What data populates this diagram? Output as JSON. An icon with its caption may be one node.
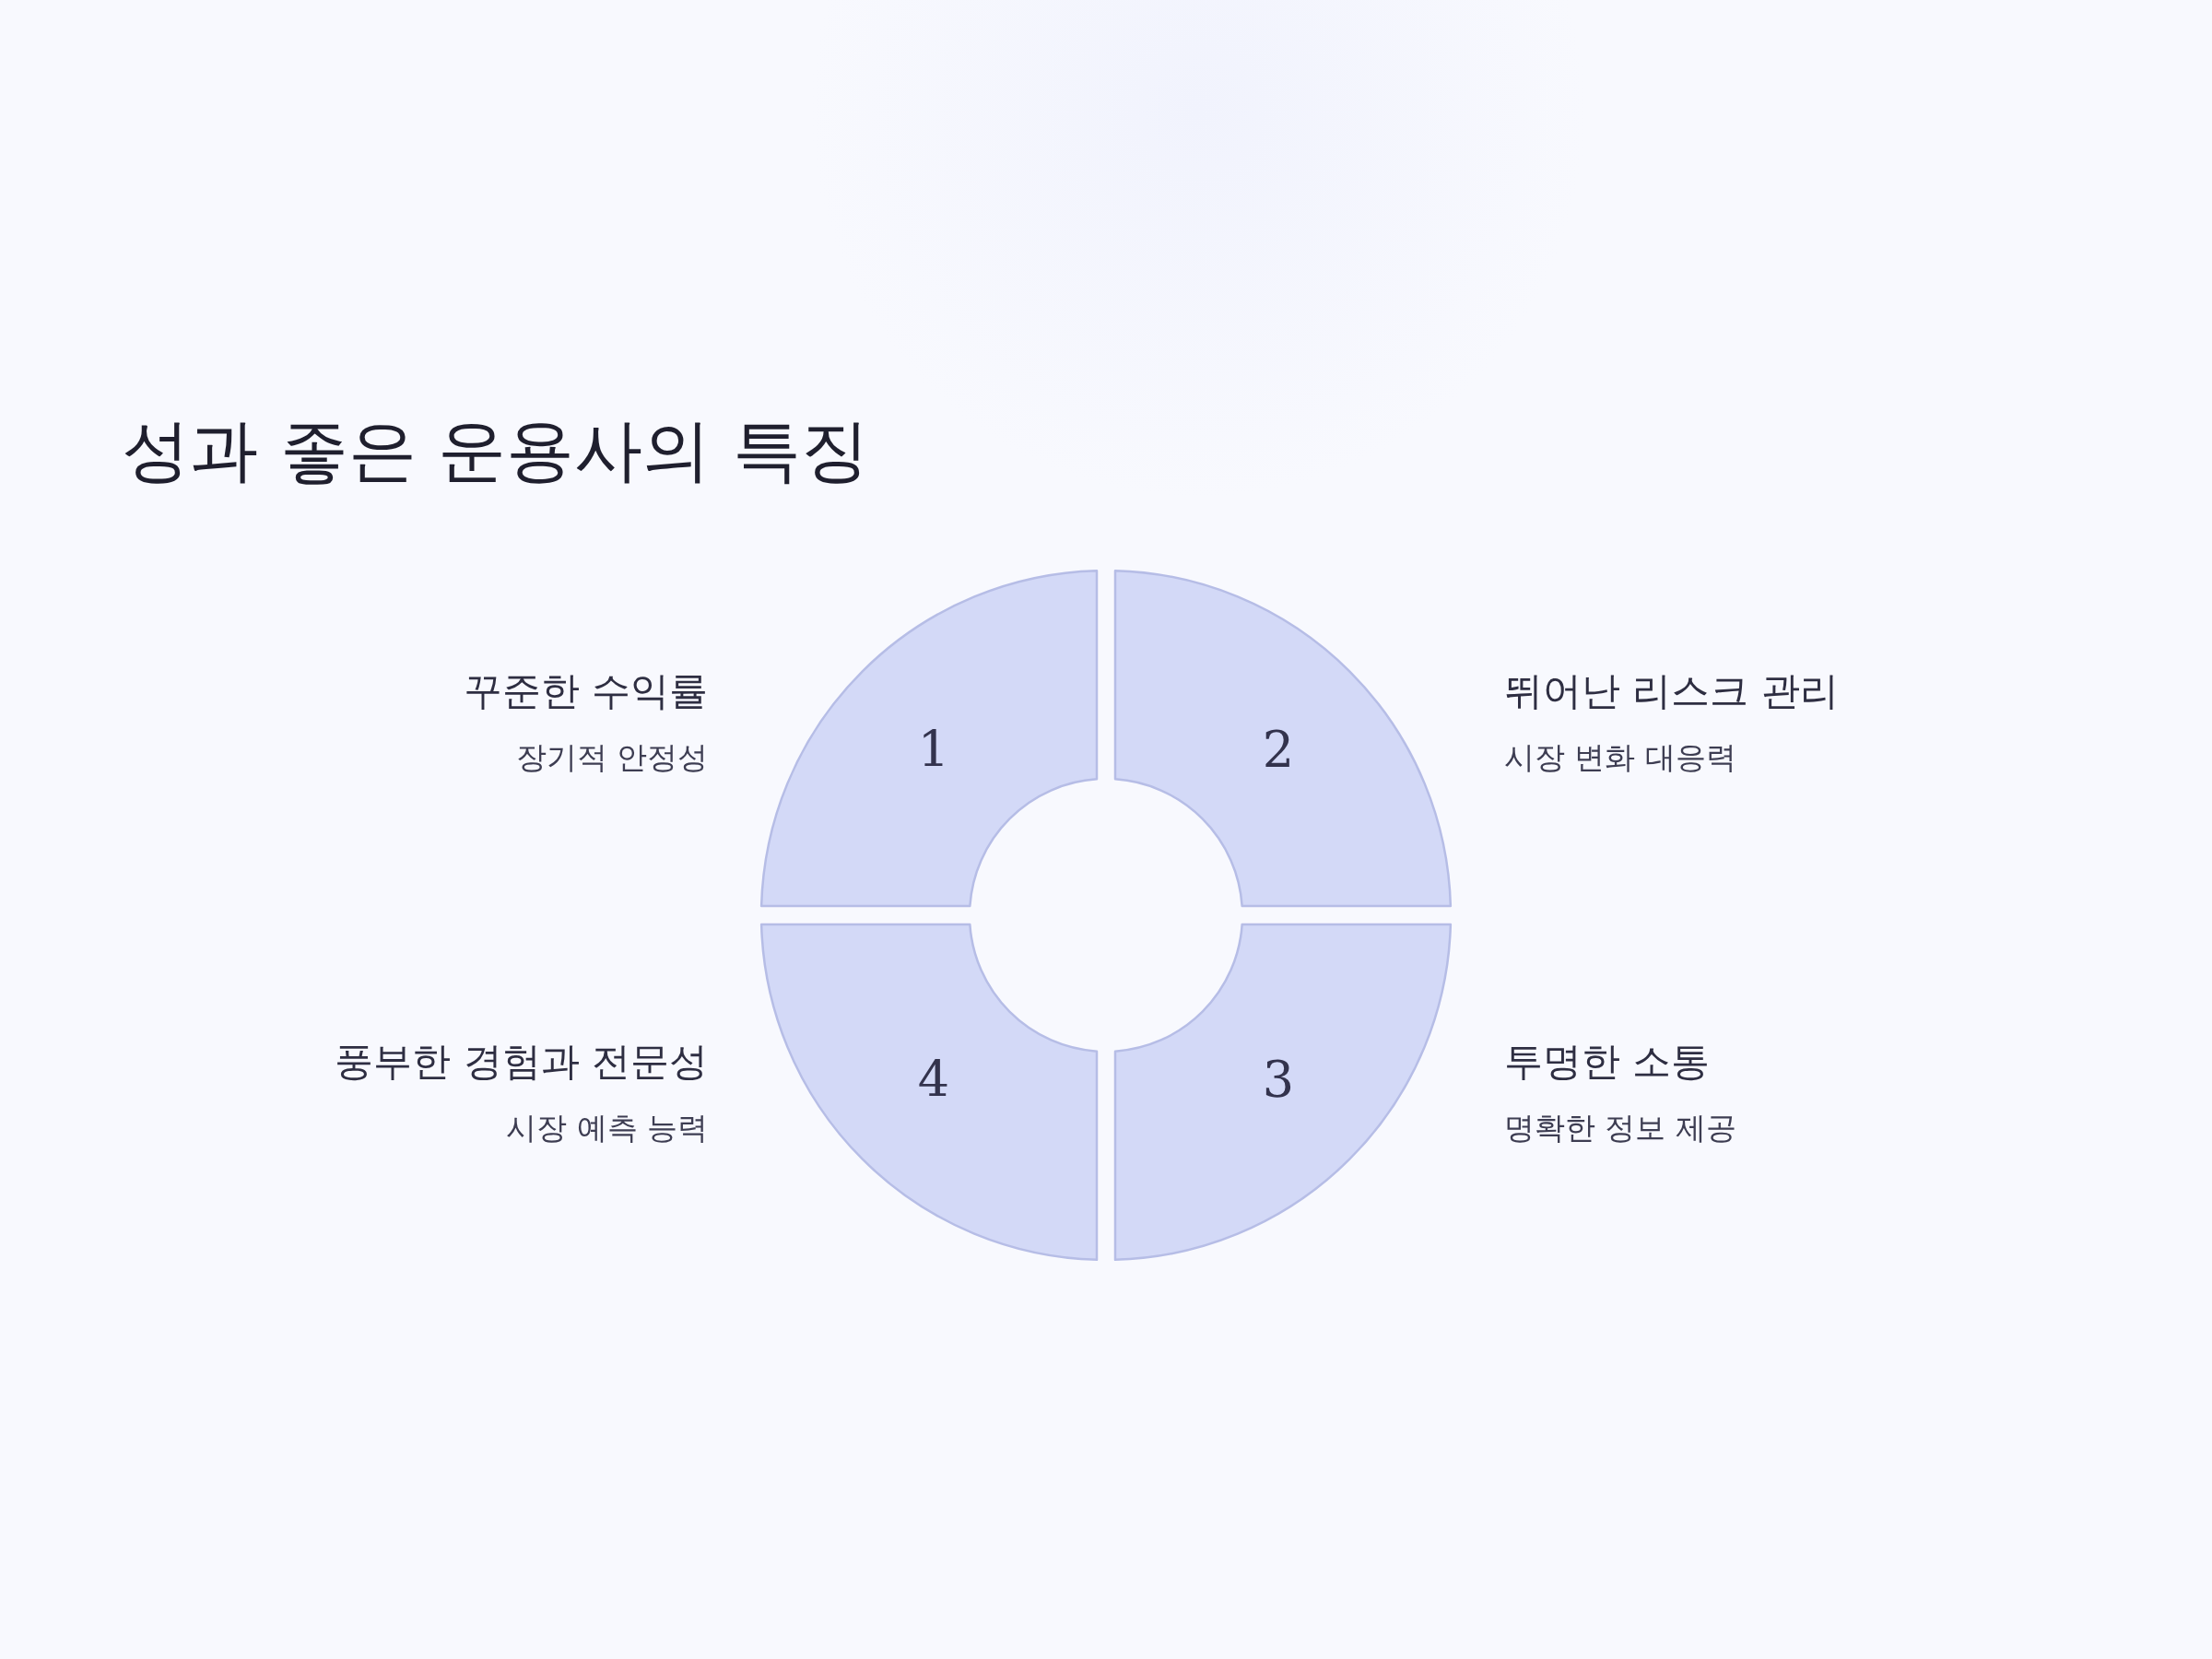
{
  "diagram": {
    "title": "성과 좋은 운용사의 특징",
    "nodes": [
      {
        "text": [
          "1"
        ],
        "beside": [
          "꾸준한 수익률",
          "장기적 안정성"
        ]
      },
      {
        "text": [
          "2"
        ],
        "beside": [
          "뛰어난 리스크 관리",
          "시장 변화 대응력"
        ]
      },
      {
        "text": [
          "3"
        ],
        "beside": [
          "투명한 소통",
          "명확한 정보 제공"
        ]
      },
      {
        "text": [
          "4"
        ],
        "beside": [
          "풍부한 경험과 전문성",
          "시장 예측 능력"
        ]
      }
    ]
  }
}
